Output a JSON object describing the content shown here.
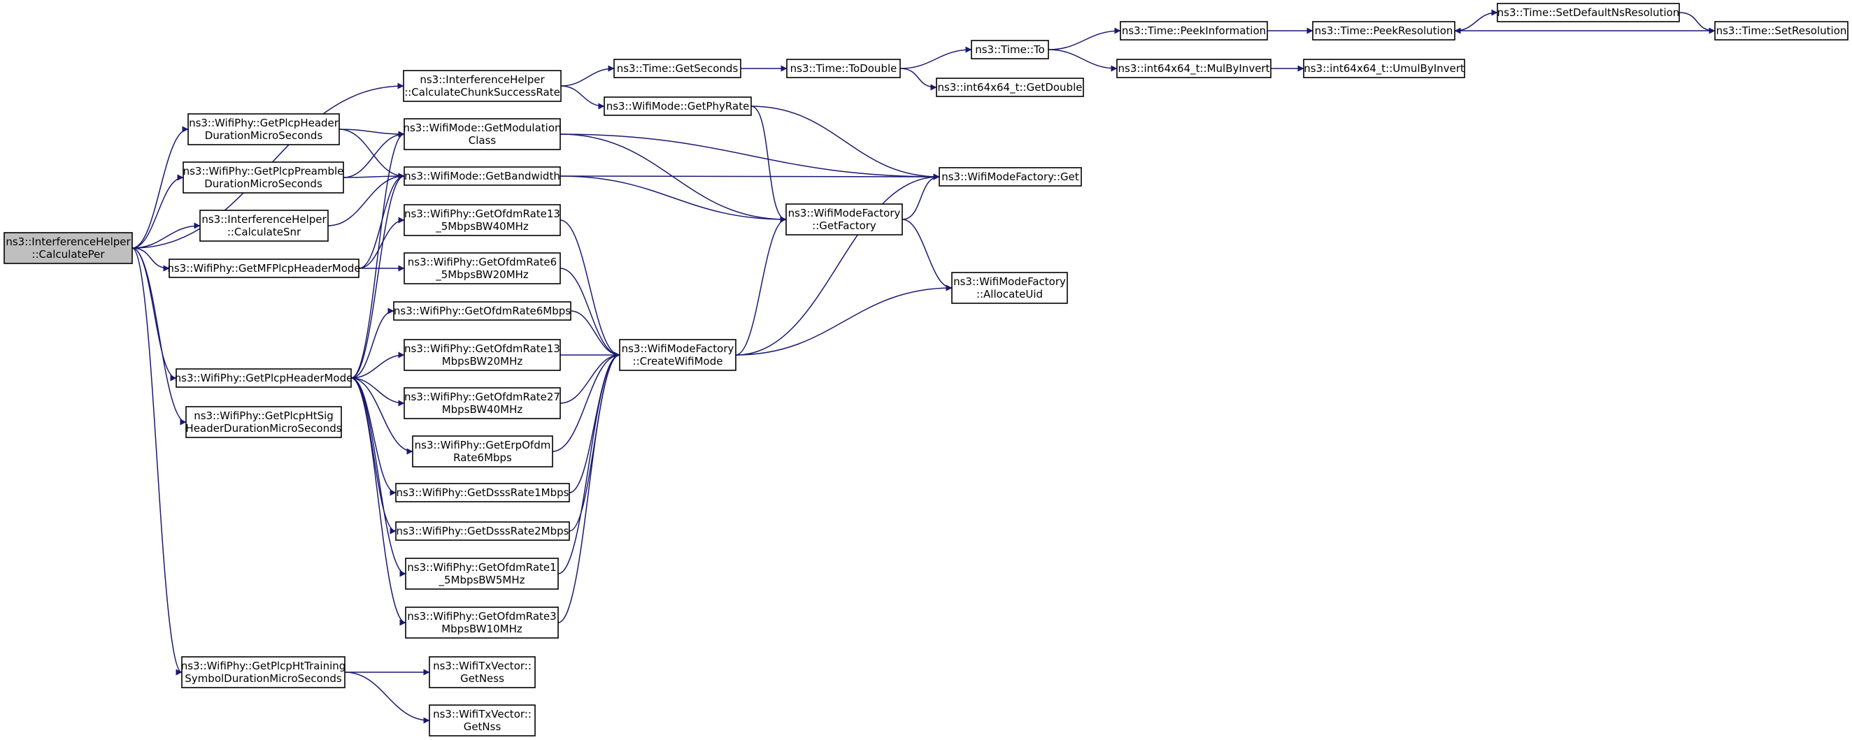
{
  "title": "",
  "colors": {
    "edge": "#191970",
    "root_fill": "#bfbfbf",
    "node_fill": "#ffffff",
    "border": "#000000"
  },
  "nodes": [
    {
      "id": "calculateper",
      "lines": [
        "ns3::InterferenceHelper",
        "::CalculatePer"
      ],
      "root": true
    },
    {
      "id": "calcchunk",
      "lines": [
        "ns3::InterferenceHelper",
        "::CalculateChunkSuccessRate"
      ]
    },
    {
      "id": "plcpheaderdur",
      "lines": [
        "ns3::WifiPhy::GetPlcpHeader",
        "DurationMicroSeconds"
      ]
    },
    {
      "id": "plcppreambledur",
      "lines": [
        "ns3::WifiPhy::GetPlcpPreamble",
        "DurationMicroSeconds"
      ]
    },
    {
      "id": "calcsnr",
      "lines": [
        "ns3::InterferenceHelper",
        "::CalculateSnr"
      ]
    },
    {
      "id": "mfplcpheadermode",
      "lines": [
        "ns3::WifiPhy::GetMFPlcpHeaderMode"
      ]
    },
    {
      "id": "plcpheadermode",
      "lines": [
        "ns3::WifiPhy::GetPlcpHeaderMode"
      ]
    },
    {
      "id": "plcphtsig",
      "lines": [
        "ns3::WifiPhy::GetPlcpHtSig",
        "HeaderDurationMicroSeconds"
      ]
    },
    {
      "id": "plcphttraining",
      "lines": [
        "ns3::WifiPhy::GetPlcpHtTraining",
        "SymbolDurationMicroSeconds"
      ]
    },
    {
      "id": "getseconds",
      "lines": [
        "ns3::Time::GetSeconds"
      ]
    },
    {
      "id": "getphyrate",
      "lines": [
        "ns3::WifiMode::GetPhyRate"
      ]
    },
    {
      "id": "getmodclass",
      "lines": [
        "ns3::WifiMode::GetModulation",
        "Class"
      ]
    },
    {
      "id": "getbandwidth",
      "lines": [
        "ns3::WifiMode::GetBandwidth"
      ]
    },
    {
      "id": "ofdm13_5_40",
      "lines": [
        "ns3::WifiPhy::GetOfdmRate13",
        "_5MbpsBW40MHz"
      ]
    },
    {
      "id": "ofdm6_5_20",
      "lines": [
        "ns3::WifiPhy::GetOfdmRate6",
        "_5MbpsBW20MHz"
      ]
    },
    {
      "id": "ofdm6",
      "lines": [
        "ns3::WifiPhy::GetOfdmRate6Mbps"
      ]
    },
    {
      "id": "ofdm13_20",
      "lines": [
        "ns3::WifiPhy::GetOfdmRate13",
        "MbpsBW20MHz"
      ]
    },
    {
      "id": "ofdm27_40",
      "lines": [
        "ns3::WifiPhy::GetOfdmRate27",
        "MbpsBW40MHz"
      ]
    },
    {
      "id": "erpofdm6",
      "lines": [
        "ns3::WifiPhy::GetErpOfdm",
        "Rate6Mbps"
      ]
    },
    {
      "id": "dsss1",
      "lines": [
        "ns3::WifiPhy::GetDsssRate1Mbps"
      ]
    },
    {
      "id": "dsss2",
      "lines": [
        "ns3::WifiPhy::GetDsssRate2Mbps"
      ]
    },
    {
      "id": "ofdm1_5_5",
      "lines": [
        "ns3::WifiPhy::GetOfdmRate1",
        "_5MbpsBW5MHz"
      ]
    },
    {
      "id": "ofdm3_10",
      "lines": [
        "ns3::WifiPhy::GetOfdmRate3",
        "MbpsBW10MHz"
      ]
    },
    {
      "id": "getness",
      "lines": [
        "ns3::WifiTxVector::",
        "GetNess"
      ]
    },
    {
      "id": "getnss",
      "lines": [
        "ns3::WifiTxVector::",
        "GetNss"
      ]
    },
    {
      "id": "todouble",
      "lines": [
        "ns3::Time::ToDouble"
      ]
    },
    {
      "id": "getfactory",
      "lines": [
        "ns3::WifiModeFactory",
        "::GetFactory"
      ]
    },
    {
      "id": "createwifimode",
      "lines": [
        "ns3::WifiModeFactory",
        "::CreateWifiMode"
      ]
    },
    {
      "id": "timeto",
      "lines": [
        "ns3::Time::To"
      ]
    },
    {
      "id": "getdouble",
      "lines": [
        "ns3::int64x64_t::GetDouble"
      ]
    },
    {
      "id": "factoryget",
      "lines": [
        "ns3::WifiModeFactory::Get"
      ]
    },
    {
      "id": "allocateuid",
      "lines": [
        "ns3::WifiModeFactory",
        "::AllocateUid"
      ]
    },
    {
      "id": "peekinfo",
      "lines": [
        "ns3::Time::PeekInformation"
      ]
    },
    {
      "id": "mulbyinvert",
      "lines": [
        "ns3::int64x64_t::MulByInvert"
      ]
    },
    {
      "id": "peekres",
      "lines": [
        "ns3::Time::PeekResolution"
      ]
    },
    {
      "id": "umulbyinvert",
      "lines": [
        "ns3::int64x64_t::UmulByInvert"
      ]
    },
    {
      "id": "setdefaultns",
      "lines": [
        "ns3::Time::SetDefaultNsResolution"
      ]
    },
    {
      "id": "setres",
      "lines": [
        "ns3::Time::SetResolution"
      ]
    }
  ],
  "edges": [
    [
      "calculateper",
      "calcchunk"
    ],
    [
      "calculateper",
      "plcpheaderdur"
    ],
    [
      "calculateper",
      "plcppreambledur"
    ],
    [
      "calculateper",
      "calcsnr"
    ],
    [
      "calculateper",
      "mfplcpheadermode"
    ],
    [
      "calculateper",
      "plcpheadermode"
    ],
    [
      "calculateper",
      "plcphtsig"
    ],
    [
      "calculateper",
      "plcphttraining"
    ],
    [
      "calcchunk",
      "getseconds"
    ],
    [
      "calcchunk",
      "getphyrate"
    ],
    [
      "plcpheaderdur",
      "getmodclass"
    ],
    [
      "plcpheaderdur",
      "getbandwidth"
    ],
    [
      "plcppreambledur",
      "getmodclass"
    ],
    [
      "plcppreambledur",
      "getbandwidth"
    ],
    [
      "calcsnr",
      "getbandwidth"
    ],
    [
      "mfplcpheadermode",
      "ofdm13_5_40"
    ],
    [
      "mfplcpheadermode",
      "ofdm6_5_20"
    ],
    [
      "mfplcpheadermode",
      "getbandwidth"
    ],
    [
      "plcpheadermode",
      "getmodclass"
    ],
    [
      "plcpheadermode",
      "getbandwidth"
    ],
    [
      "plcpheadermode",
      "ofdm6"
    ],
    [
      "plcpheadermode",
      "ofdm13_20"
    ],
    [
      "plcpheadermode",
      "ofdm27_40"
    ],
    [
      "plcpheadermode",
      "erpofdm6"
    ],
    [
      "plcpheadermode",
      "dsss1"
    ],
    [
      "plcpheadermode",
      "dsss2"
    ],
    [
      "plcpheadermode",
      "ofdm1_5_5"
    ],
    [
      "plcpheadermode",
      "ofdm3_10"
    ],
    [
      "plcphttraining",
      "getness"
    ],
    [
      "plcphttraining",
      "getnss"
    ],
    [
      "getseconds",
      "todouble"
    ],
    [
      "getphyrate",
      "getfactory"
    ],
    [
      "getphyrate",
      "factoryget"
    ],
    [
      "getmodclass",
      "getfactory"
    ],
    [
      "getmodclass",
      "factoryget"
    ],
    [
      "getbandwidth",
      "getfactory"
    ],
    [
      "getbandwidth",
      "factoryget"
    ],
    [
      "ofdm13_5_40",
      "createwifimode"
    ],
    [
      "ofdm6_5_20",
      "createwifimode"
    ],
    [
      "ofdm6",
      "createwifimode"
    ],
    [
      "ofdm13_20",
      "createwifimode"
    ],
    [
      "ofdm27_40",
      "createwifimode"
    ],
    [
      "erpofdm6",
      "createwifimode"
    ],
    [
      "dsss1",
      "createwifimode"
    ],
    [
      "dsss2",
      "createwifimode"
    ],
    [
      "ofdm1_5_5",
      "createwifimode"
    ],
    [
      "ofdm3_10",
      "createwifimode"
    ],
    [
      "todouble",
      "timeto"
    ],
    [
      "todouble",
      "getdouble"
    ],
    [
      "getfactory",
      "factoryget"
    ],
    [
      "getfactory",
      "allocateuid"
    ],
    [
      "createwifimode",
      "getfactory"
    ],
    [
      "createwifimode",
      "factoryget"
    ],
    [
      "createwifimode",
      "allocateuid"
    ],
    [
      "timeto",
      "peekinfo"
    ],
    [
      "timeto",
      "mulbyinvert"
    ],
    [
      "peekinfo",
      "peekres"
    ],
    [
      "mulbyinvert",
      "umulbyinvert"
    ],
    [
      "peekres",
      "setdefaultns"
    ],
    [
      "setdefaultns",
      "setres"
    ],
    [
      "setres",
      "peekres"
    ]
  ]
}
